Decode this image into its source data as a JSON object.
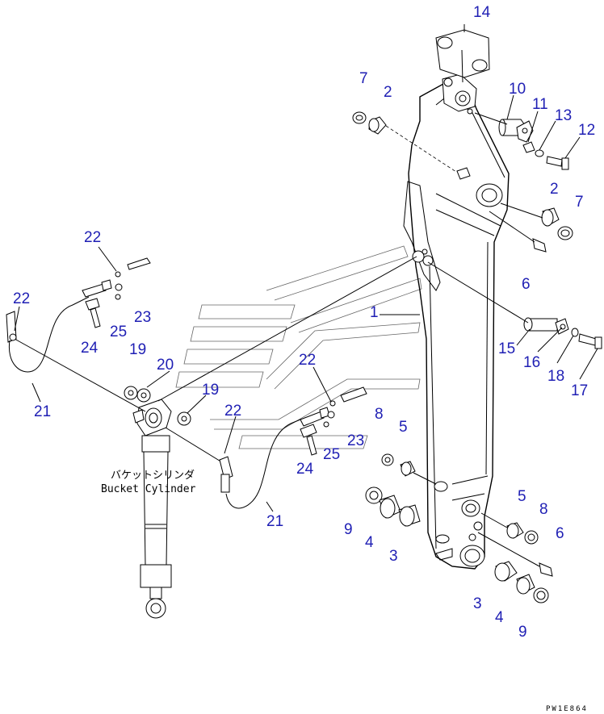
{
  "labels": {
    "l14": "14",
    "l7a": "7",
    "l2a": "2",
    "l10": "10",
    "l11": "11",
    "l13": "13",
    "l12": "12",
    "l2b": "2",
    "l7b": "7",
    "l6a": "6",
    "l22a": "22",
    "l22b": "22",
    "l23a": "23",
    "l25a": "25",
    "l24a": "24",
    "l19a": "19",
    "l20": "20",
    "l1": "1",
    "l15": "15",
    "l16": "16",
    "l18": "18",
    "l17": "17",
    "l21a": "21",
    "l19b": "19",
    "l22c": "22",
    "l22d": "22",
    "l8a": "8",
    "l5a": "5",
    "l23b": "23",
    "l25b": "25",
    "l24b": "24",
    "l21b": "21",
    "l9a": "9",
    "l4a": "4",
    "l3a": "3",
    "l5b": "5",
    "l8b": "8",
    "l6b": "6",
    "l3b": "3",
    "l4b": "4",
    "l9b": "9"
  },
  "caption_jp": "バケットシリンダ",
  "caption_en": "Bucket Cylinder",
  "drawing_code": "PW1E864",
  "label_color": "#1f1fb4"
}
